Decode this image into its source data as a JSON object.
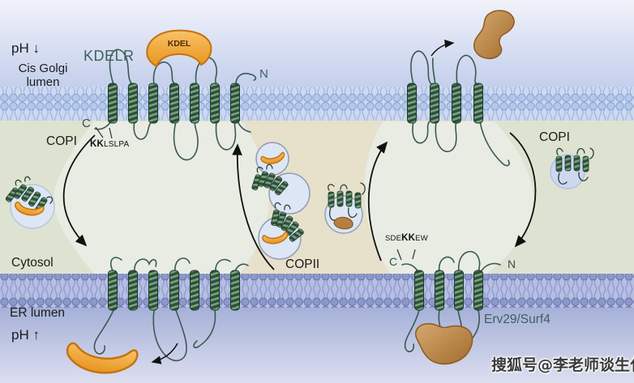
{
  "figure": {
    "type": "cell-biology pathway diagram",
    "watermark": "搜狐号@李老师谈生化"
  },
  "compartments": {
    "golgi": {
      "ph_label": "pH",
      "ph_arrow": "↓",
      "lumen_line1": "Cis Golgi",
      "lumen_line2": "lumen"
    },
    "cytosol": {
      "label": "Cytosol"
    },
    "er": {
      "lumen_label": "ER lumen",
      "ph_label": "pH",
      "ph_arrow": "↑"
    }
  },
  "receptors": {
    "kdelr": {
      "name": "KDELR",
      "n_terminus": "N",
      "c_terminus": "C",
      "motif_bold": "KK",
      "motif_rest": "LSLPA"
    },
    "erv29_surf4": {
      "name": "Erv29/Surf4",
      "n_terminus": "N",
      "c_terminus": "C",
      "motif_prefix": "SDE",
      "motif_bold": "KK",
      "motif_suffix": "EW"
    }
  },
  "cargo": {
    "kdel_label": "KDEL"
  },
  "coats": {
    "copi_left": "COPI",
    "copi_right": "COPI",
    "copii": "COPII"
  },
  "colors": {
    "golgi_lumen_top": "#f1f2fa",
    "golgi_lumen_bottom": "#c4cfec",
    "golgi_head": "#b4c8ea",
    "er_head": "#8c98c9",
    "er_lumen_top": "#a6b0d8",
    "er_lumen_bottom": "#dcdff0",
    "cytosol_bg": "#dde3d0",
    "copii_zone_bg": "#e7e0cb",
    "cloud_bg": "#e9ece3",
    "helix_green_dark": "#2c5138",
    "helix_green_light": "#7ba183",
    "cargo_orange": "#f0a43c",
    "cargo_brown": "#c69055",
    "vesicle_fill": "#dde6f4",
    "teal_text": "#3b625c"
  }
}
